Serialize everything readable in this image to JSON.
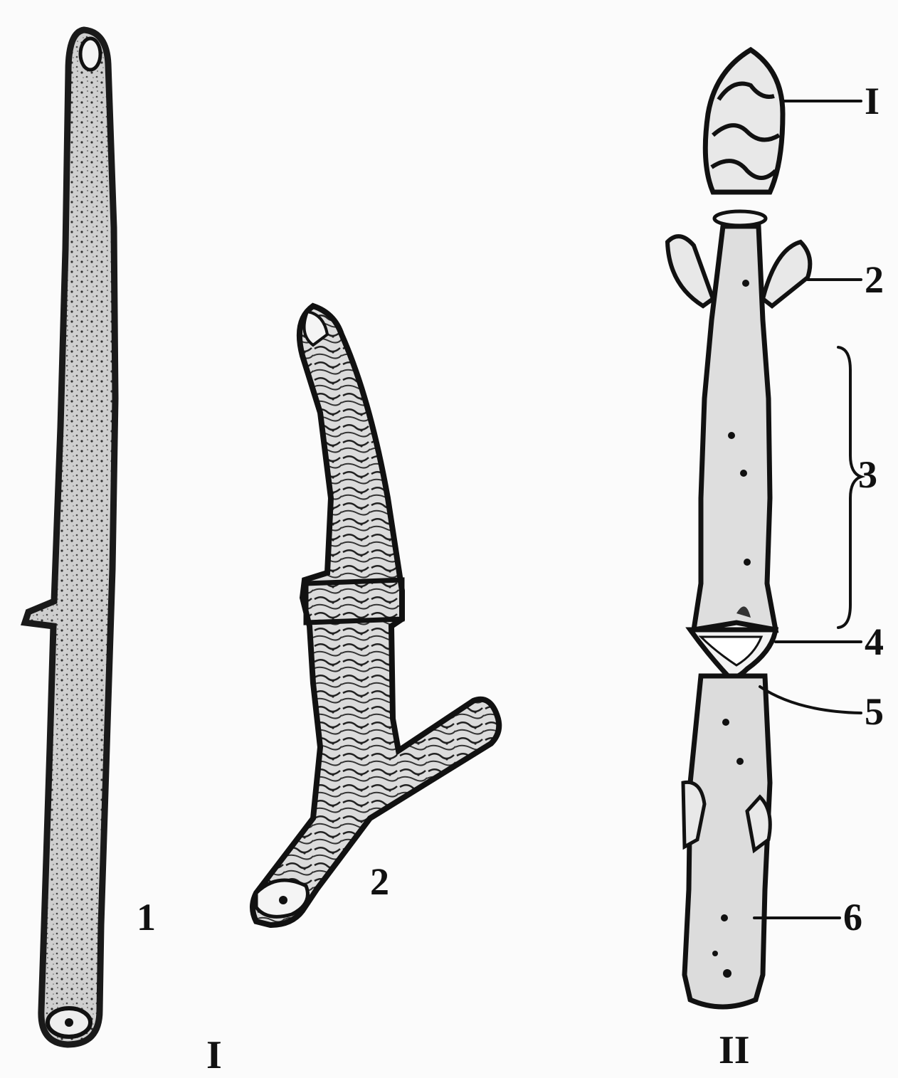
{
  "panel_I": {
    "label": "I",
    "specimen_1": {
      "label": "1"
    },
    "specimen_2": {
      "label": "2"
    }
  },
  "panel_II": {
    "label": "II",
    "callouts": [
      "I",
      "2",
      "3",
      "4",
      "5",
      "6"
    ]
  },
  "colors": {
    "ink": "#111111",
    "paper": "#fbfbfb",
    "stem_fill": "#d9d9d9"
  }
}
